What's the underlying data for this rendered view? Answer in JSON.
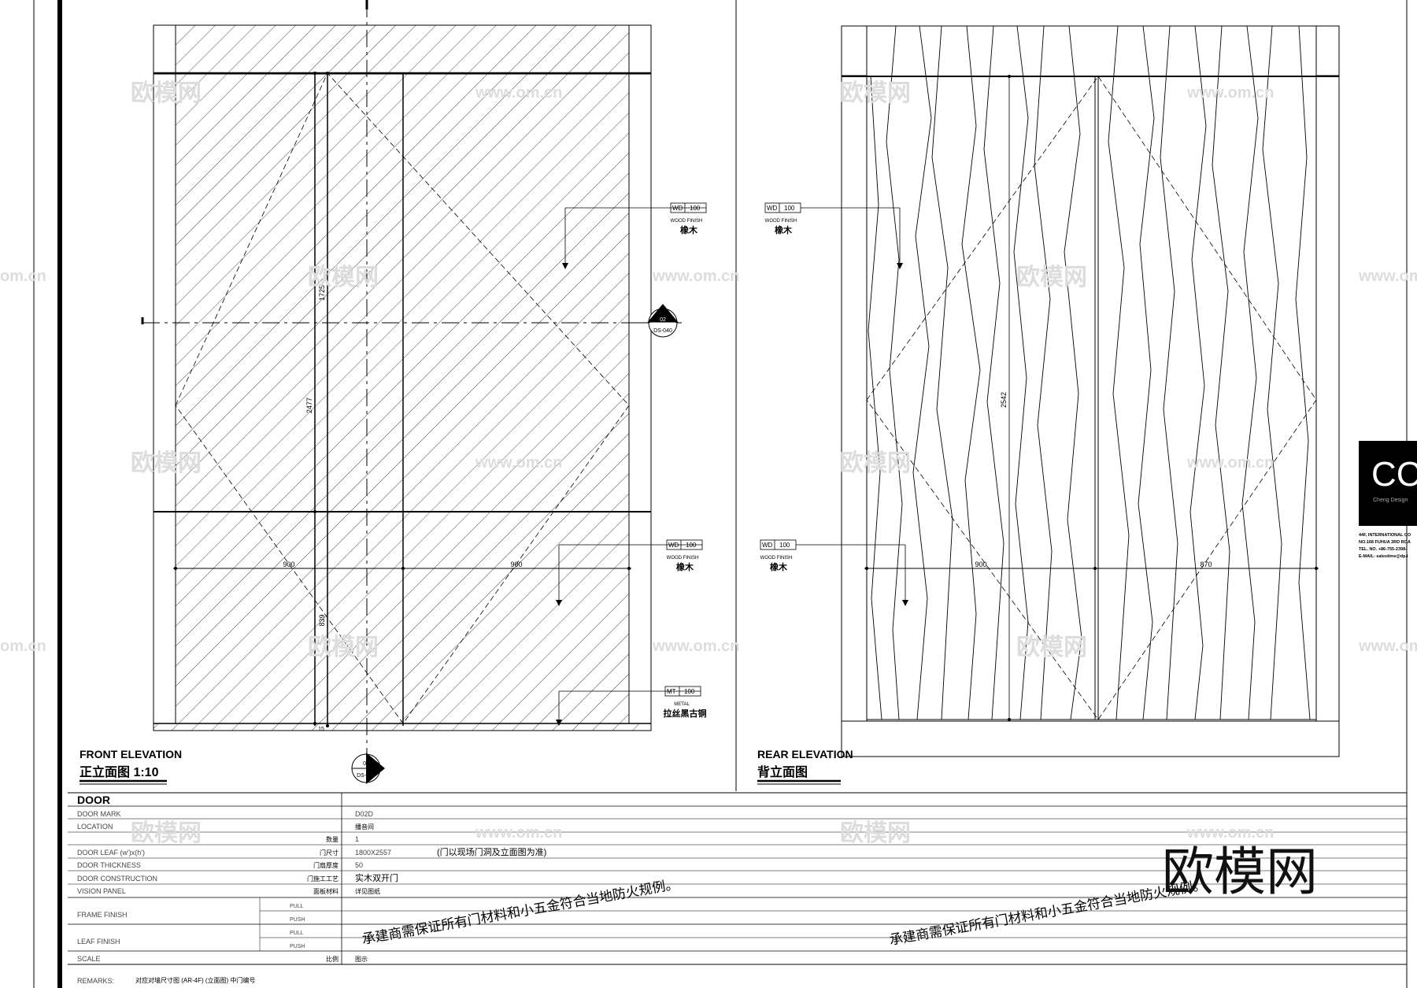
{
  "drawing": {
    "front": {
      "title_en": "FRONT ELEVATION",
      "title_cn": "正立面图 1:10",
      "dims": {
        "upper_height": "1725",
        "total_height": "2477",
        "lower_height": "839",
        "leaf_left": "900",
        "leaf_right": "900",
        "gap": "15"
      },
      "section_mark_side": {
        "num": "02",
        "ref": "DS-040"
      },
      "section_mark_bottom": {
        "num": "01",
        "ref": "DS-040"
      }
    },
    "rear": {
      "title_en": "REAR ELEVATION",
      "title_cn": "背立面图",
      "dims": {
        "height": "2542",
        "leaf_left": "900",
        "leaf_right": "870"
      }
    },
    "tags": [
      {
        "code": "WD",
        "num": "100",
        "sub": "WOOD FINISH",
        "name": "橡木"
      },
      {
        "code": "WD",
        "num": "100",
        "sub": "WOOD FINISH",
        "name": "橡木"
      },
      {
        "code": "WD",
        "num": "100",
        "sub": "WOOD FINISH",
        "name": "橡木"
      },
      {
        "code": "WD",
        "num": "100",
        "sub": "WOOD FINISH",
        "name": "橡木"
      },
      {
        "code": "MT",
        "num": "100",
        "sub": "METAL",
        "name": "拉丝黑古铜"
      }
    ],
    "watermark": {
      "brand": "欧模网",
      "url": "www.om.cn",
      "url_partial": "om.cn"
    },
    "logo": {
      "letters": "CC",
      "tagline": "Cheng Design",
      "address": [
        "44F, INTERNATIONAL CO",
        "NO.168 FUHUA 3RD ROA",
        "TEL. NO. +86-755-2398-",
        "E-MAIL: salestime@dp.i"
      ]
    }
  },
  "schedule": {
    "header": "DOOR",
    "rows": [
      {
        "en": "DOOR MARK",
        "cn": "",
        "value": "D02D"
      },
      {
        "en": "LOCATION",
        "cn": "",
        "value": "播音间"
      },
      {
        "en": "",
        "cn": "数量",
        "value": "1"
      },
      {
        "en": "DOOR LEAF (w')x(h')",
        "cn": "门尺寸",
        "value": "1800X2557"
      },
      {
        "en": "DOOR THICKNESS",
        "cn": "门扇厚度",
        "value": "50"
      },
      {
        "en": "DOOR CONSTRUCTION",
        "cn": "门施工工艺",
        "value": "实木双开门"
      },
      {
        "en": "VISION PANEL",
        "cn": "面板材料",
        "value": "详见图纸"
      }
    ],
    "leaf_note": "(门以现场门洞及立面图为准)",
    "frame_finish": "FRAME FINISH",
    "leaf_finish": "LEAF FINISH",
    "pull": "PULL",
    "push": "PUSH",
    "scale": {
      "en": "SCALE",
      "cn": "比例",
      "value": "图示"
    },
    "remarks": {
      "label": "REMARKS:",
      "text": "对应对墙尺寸图 (AR-4F) (立面图) 中门编号"
    },
    "notice": "承建商需保证所有门材料和小五金符合当地防火规例。"
  }
}
